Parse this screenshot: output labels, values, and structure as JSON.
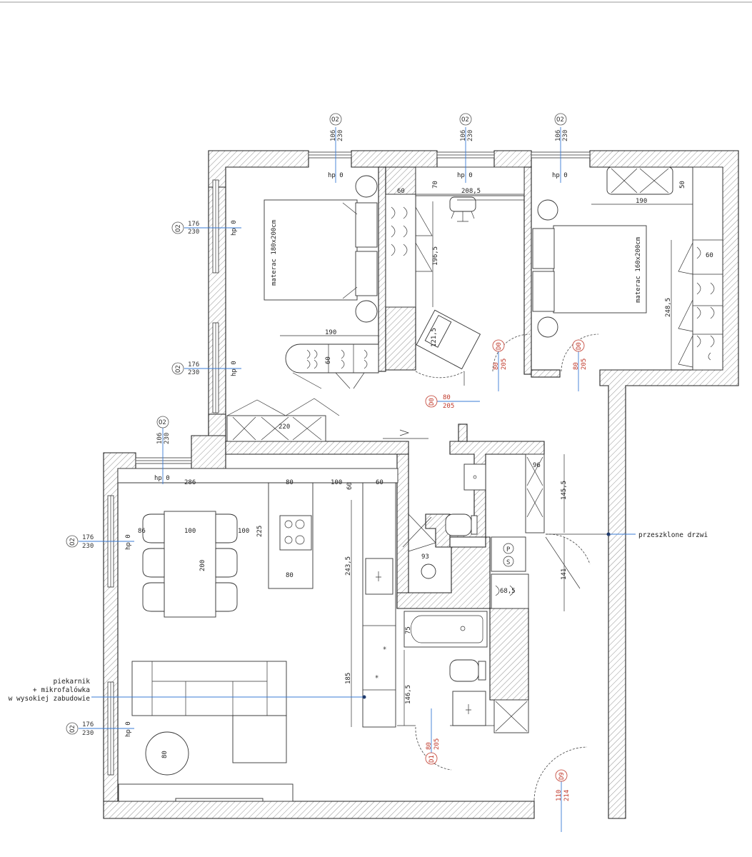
{
  "window_tags": [
    {
      "id": "O2",
      "w": "106",
      "h": "230",
      "sill": "hp 0"
    },
    {
      "id": "O2",
      "w": "106",
      "h": "230",
      "sill": "hp 0"
    },
    {
      "id": "O2",
      "w": "106",
      "h": "230",
      "sill": "hp 0"
    },
    {
      "id": "O2",
      "w": "176",
      "h": "230",
      "sill": "hp 0"
    },
    {
      "id": "O2",
      "w": "176",
      "h": "230",
      "sill": "hp 0"
    },
    {
      "id": "O2",
      "w": "106",
      "h": "230",
      "sill": "hp 0"
    },
    {
      "id": "O2",
      "w": "176",
      "h": "230",
      "sill": "hp 0"
    },
    {
      "id": "O2",
      "w": "176",
      "h": "230",
      "sill": "hp 0"
    }
  ],
  "door_tags": [
    {
      "id": "D0",
      "w": "80",
      "h": "205"
    },
    {
      "id": "D0",
      "w": "80",
      "h": "205"
    },
    {
      "id": "D0",
      "w": "80",
      "h": "205"
    },
    {
      "id": "D1",
      "w": "80",
      "h": "205"
    },
    {
      "id": "D9",
      "w": "110",
      "h": "214"
    }
  ],
  "furniture_labels": {
    "bed_left": "materac 180x200cm",
    "bed_right": "materac 160x200cm"
  },
  "dimensions": {
    "d60a": "60",
    "d70": "70",
    "d208": "208,5",
    "d196": "196,5",
    "d121": "121,5",
    "d190a": "190",
    "d60b": "60",
    "d220": "220",
    "d50": "50",
    "d190b": "190",
    "d60c": "60",
    "d248": "248,5",
    "d286": "286",
    "d80a": "80",
    "d100a": "100",
    "d60d": "60",
    "d60e": "60",
    "d86": "86",
    "d100b": "100",
    "d200": "200",
    "d100c": "100",
    "d225": "225",
    "d80b": "80",
    "d243": "243,5",
    "d93": "93",
    "d96": "96",
    "d145": "145,5",
    "d141": "141",
    "d68": "68,5",
    "d75": "75",
    "d146": "146,5",
    "d185": "185",
    "d80c": "80"
  },
  "annotations": {
    "glass_door": "przeszklone drzwi",
    "oven_line1": "piekarnik",
    "oven_line2": "+ mikrofalówka",
    "oven_line3": "w wysokiej zabudowie"
  },
  "washer_dryer": {
    "s": "S",
    "p": "P"
  }
}
